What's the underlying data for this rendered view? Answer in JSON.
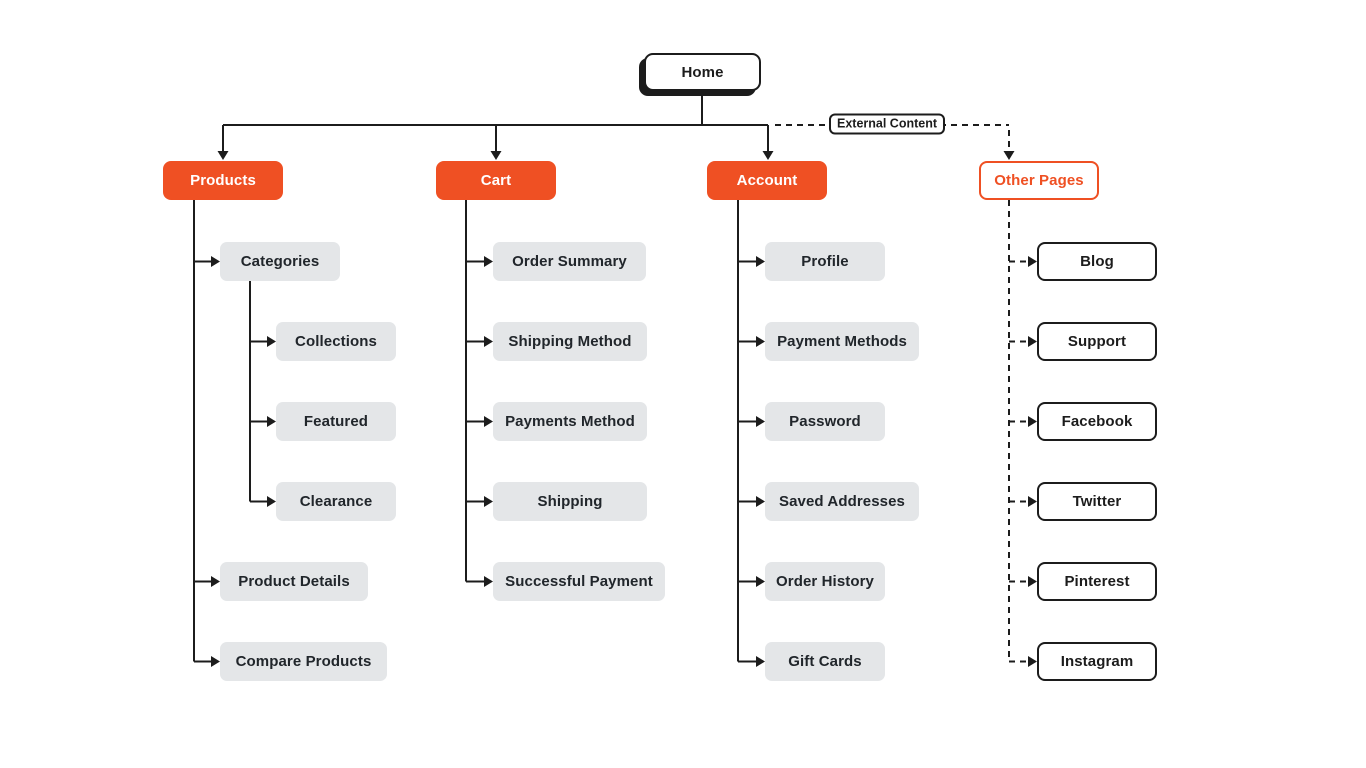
{
  "diagram_type": "sitemap",
  "colors": {
    "accent_orange": "#EF5023",
    "node_gray_fill": "#E4E6E8",
    "line_black": "#1C1C1C",
    "node_text_dark": "#21262B",
    "background": "#FFFFFF"
  },
  "root": {
    "label": "Home"
  },
  "edge_label": {
    "text": "External Content"
  },
  "columns": [
    {
      "header": {
        "label": "Products"
      },
      "connector_style": "solid",
      "items": [
        {
          "label": "Categories",
          "children": [
            {
              "label": "Collections"
            },
            {
              "label": "Featured"
            },
            {
              "label": "Clearance"
            }
          ]
        },
        {
          "label": "Product Details"
        },
        {
          "label": "Compare Products"
        }
      ]
    },
    {
      "header": {
        "label": "Cart"
      },
      "connector_style": "solid",
      "items": [
        {
          "label": "Order Summary"
        },
        {
          "label": "Shipping Method"
        },
        {
          "label": "Payments Method"
        },
        {
          "label": "Shipping"
        },
        {
          "label": "Successful Payment"
        }
      ]
    },
    {
      "header": {
        "label": "Account"
      },
      "connector_style": "solid",
      "items": [
        {
          "label": "Profile"
        },
        {
          "label": "Payment Methods"
        },
        {
          "label": "Password"
        },
        {
          "label": "Saved Addresses"
        },
        {
          "label": "Order History"
        },
        {
          "label": "Gift Cards"
        }
      ]
    },
    {
      "header": {
        "label": "Other Pages"
      },
      "connector_style": "dashed",
      "items": [
        {
          "label": "Blog"
        },
        {
          "label": "Support"
        },
        {
          "label": "Facebook"
        },
        {
          "label": "Twitter"
        },
        {
          "label": "Pinterest"
        },
        {
          "label": "Instagram"
        }
      ]
    }
  ]
}
